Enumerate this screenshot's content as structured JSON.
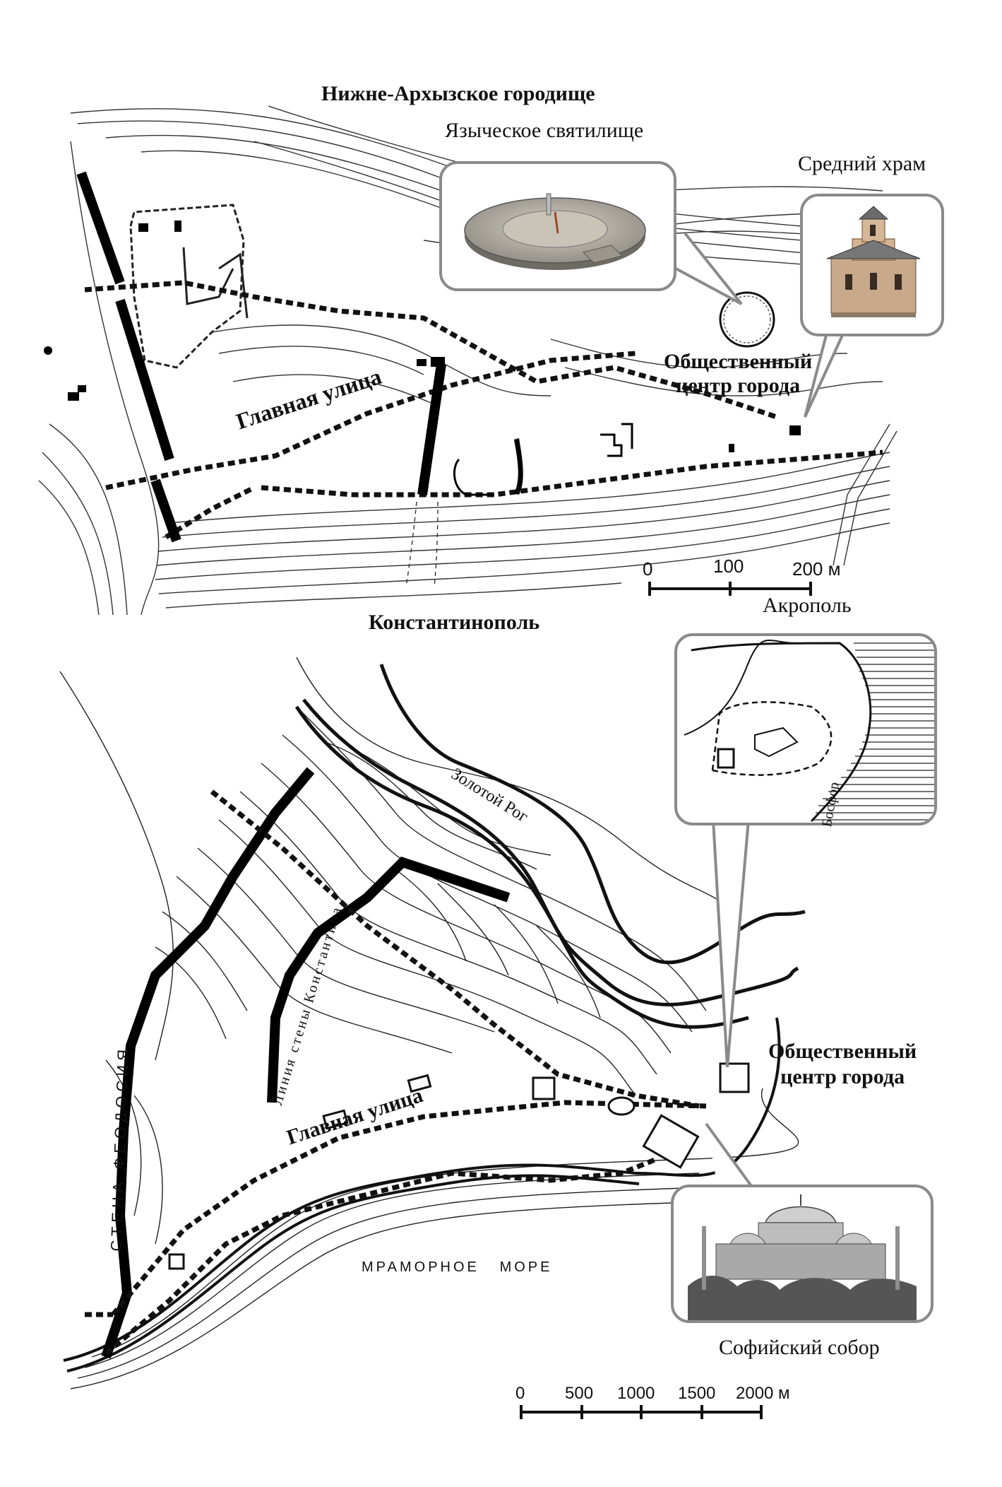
{
  "top_map": {
    "title": "Нижне-Архызское городище",
    "labels": {
      "pagan_sanctuary": "Языческое святилище",
      "middle_church": "Средний храм",
      "public_center": "Общественный\nцентр города",
      "main_street": "Главная улица",
      "acropolis": "Акрополь"
    },
    "scale": {
      "ticks": [
        "0",
        "100",
        "200 м"
      ]
    }
  },
  "bottom_map": {
    "title": "Константинополь",
    "labels": {
      "public_center": "Общественный\nцентр города",
      "main_street": "Главная улица",
      "golden_horn": "Золотой Рог",
      "bosporus": "Босфор",
      "theodosian_wall": "СТЕНА ФЕОДОСИЯ",
      "constantine_wall": "Линия стены Константина",
      "marmara_sea": "МРАМОРНОЕ   МОРЕ",
      "hagia_sophia": "Софийский собор"
    },
    "scale": {
      "ticks": [
        "0",
        "500",
        "1000",
        "1500",
        "2000 м"
      ]
    }
  }
}
